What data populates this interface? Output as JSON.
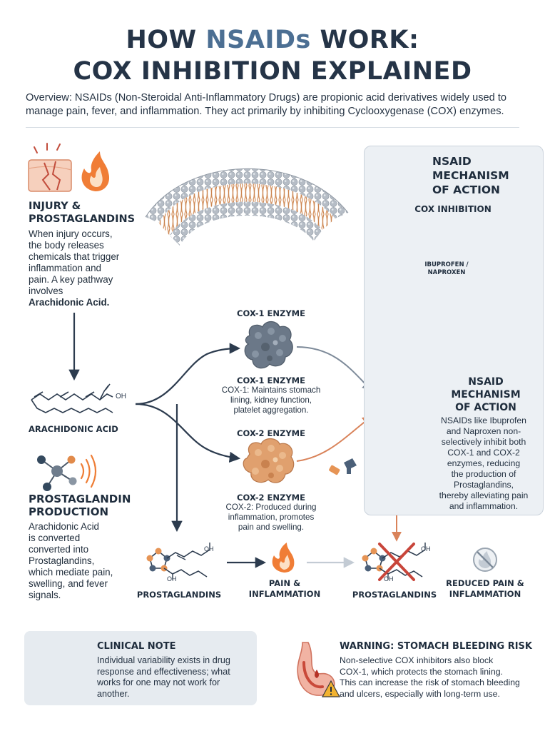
{
  "header": {
    "title_line1_pre": "HOW ",
    "title_line1_hl": "NSAIDs",
    "title_line1_post": " WORK:",
    "title_line2": "COX INHIBITION EXPLAINED",
    "overview": "Overview: NSAIDs (Non-Steroidal Anti-Inflammatory Drugs) are propionic acid derivatives widely used to manage pain, fever, and inflammation. They act primarily by inhibiting Cyclooxygenase (COX) enzymes."
  },
  "injury": {
    "title_l1": "INJURY &",
    "title_l2": "PROSTAGLANDINS",
    "body_l1": "When injury occurs,",
    "body_l2": "the body releases",
    "body_l3": "chemicals that trigger",
    "body_l4": "inflammation and",
    "body_l5": "pain. A key pathway",
    "body_l6": "involves",
    "body_bold": "Arachidonic Acid."
  },
  "arachidonic": {
    "label": "ARACHIDONIC ACID",
    "oh": "OH"
  },
  "production": {
    "title_l1": "PROSTAGLANDIN",
    "title_l2": "PRODUCTION",
    "body_l1": "Arachidonic Acid",
    "body_l2": "is converted",
    "body_l3": "converted into",
    "body_l4": "Prostaglandins,",
    "body_l5": "which mediate pain,",
    "body_l6": "swelling, and fever",
    "body_l7": "signals."
  },
  "cox1": {
    "top_label": "COX-1 ENZYME",
    "name": "COX-1 ENZYME",
    "desc_l1": "COX-1: Maintains stomach",
    "desc_l2": "lining, kidney function,",
    "desc_l3": "platelet aggregation."
  },
  "cox2": {
    "top_label": "COX-2 ENZYME",
    "name": "COX-2 ENZYME",
    "desc_l1": "COX-2: Produced during",
    "desc_l2": "inflammation, promotes",
    "desc_l3": "pain and swelling."
  },
  "panel": {
    "title_l1": "NSAID",
    "title_l2": "MECHANISM",
    "title_l3": "OF ACTION",
    "subtitle": "COX INHIBITION",
    "bottle_l1": "IBUPROFEN /",
    "bottle_l2": "NAPROXEN",
    "moa_l1": "NSAID",
    "moa_l2": "MECHANISM",
    "moa_l3": "OF ACTION",
    "body_l1": "NSAIDs like Ibuprofen",
    "body_l2": "and Naproxen non-",
    "body_l3": "selectively inhibit both",
    "body_l4": "COX-1 and COX-2",
    "body_l5": "enzymes, reducing",
    "body_l6": "the production of",
    "body_l7": "Prostaglandins,",
    "body_l8": "thereby alleviating pain",
    "body_l9": "and inflammation."
  },
  "bottom_row": {
    "pg1_label": "PROSTAGLANDINS",
    "pain_l1": "PAIN &",
    "pain_l2": "INFLAMMATION",
    "pg2_label": "PROSTAGLANDINS",
    "reduced_l1": "REDUCED PAIN &",
    "reduced_l2": "INFLAMMATION",
    "oh": "OH"
  },
  "clinical_note": {
    "title": "CLINICAL NOTE",
    "body_l1": "Individual variability exists in drug",
    "body_l2": "response and effectiveness; what",
    "body_l3": "works for one may not work for",
    "body_l4": "another."
  },
  "warning": {
    "title": "WARNING: STOMACH BLEEDING RISK",
    "body_l1": "Non-selective COX inhibitors also block",
    "body_l2": "COX-1, which protects the stomach lining.",
    "body_l3": "This can increase the risk of stomach bleeding",
    "body_l4": "and ulcers, especially with long-term use."
  },
  "colors": {
    "navy": "#253447",
    "accent_blue": "#4c6f93",
    "cox1_gray": "#6b7888",
    "cox2_orange": "#d9925a",
    "fire_orange": "#ee7d35",
    "cross_red": "#c8453a",
    "panel_bg": "#ecf0f4"
  }
}
